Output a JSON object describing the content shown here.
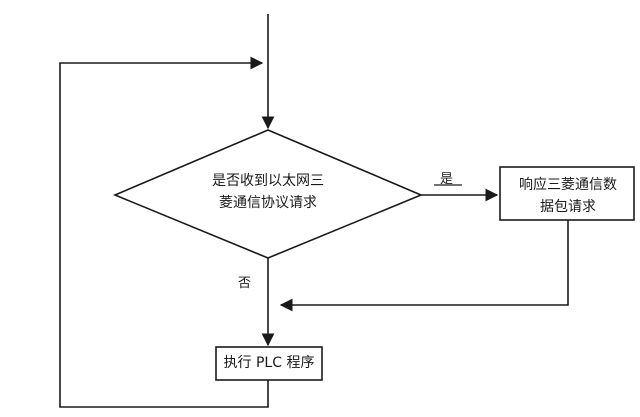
{
  "diagram": {
    "decision": {
      "line1": "是否收到以太网三",
      "line2": "菱通信协议请求"
    },
    "response": {
      "line1": "响应三菱通信数",
      "line2": "据包请求"
    },
    "run_plc": {
      "label": "执行 PLC 程序"
    },
    "edge_yes": "是",
    "edge_no": "否"
  },
  "colors": {
    "stroke": "#1a1a1a",
    "background": "#ffffff"
  }
}
